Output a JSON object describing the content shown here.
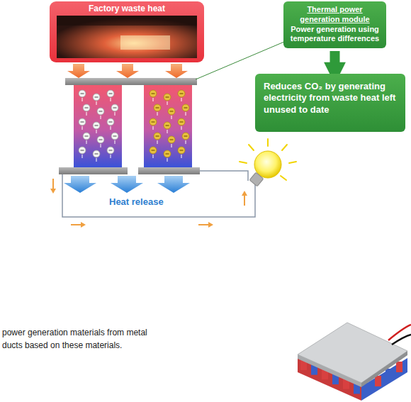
{
  "diagram": {
    "nodes": [
      {
        "text": [
          "Factory waste heat"
        ]
      },
      {
        "text": [
          "Thermal power generation module",
          "Power generation using temperature differences"
        ]
      },
      {
        "text": [
          "Reduces CO₂ by generating electricity from waste heat left unused to date"
        ]
      }
    ],
    "edges": [
      {
        "from": 1,
        "to": 2,
        "arrow": "to"
      }
    ],
    "labels": [
      "Heat release",
      "power generation materials from metal",
      "ducts based on these materials."
    ]
  }
}
